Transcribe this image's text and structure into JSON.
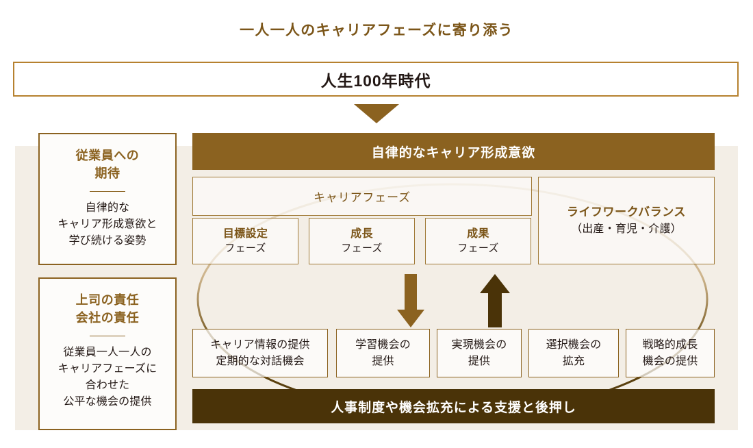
{
  "title": "一人一人のキャリアフェーズに寄り添う",
  "era_box": {
    "label": "人生100年時代"
  },
  "arrow_icon_names": {
    "era": "triangle-down-icon",
    "cycle_down": "arrow-down-icon",
    "cycle_up": "arrow-up-icon"
  },
  "sidebar": {
    "cards": [
      {
        "title": "従業員への\n期待",
        "title_line1": "従業員への",
        "title_line2": "期待",
        "body_line1": "自律的な",
        "body_line2": "キャリア形成意欲と",
        "body_line3": "学び続ける姿勢"
      },
      {
        "title_line1": "上司の責任",
        "title_line2": "会社の責任",
        "body_line1": "従業員一人一人の",
        "body_line2": "キャリアフェーズに",
        "body_line3": "合わせた",
        "body_line4": "公平な機会の提供"
      }
    ]
  },
  "main": {
    "banner_top": "自律的なキャリア形成意欲",
    "banner_bottom": "人事制度や機会拡充による支援と後押し",
    "phase_group_label": "キャリアフェーズ",
    "phases": [
      {
        "line1": "目標設定",
        "line2": "フェーズ"
      },
      {
        "line1": "成長",
        "line2": "フェーズ"
      },
      {
        "line1": "成果",
        "line2": "フェーズ"
      }
    ],
    "life_work_balance": {
      "line1": "ライフワークバランス",
      "line2": "（出産・育児・介護）"
    },
    "support_boxes": [
      {
        "line1": "キャリア情報の提供",
        "line2": "定期的な対話機会"
      },
      {
        "line1": "学習機会の",
        "line2": "提供"
      },
      {
        "line1": "実現機会の",
        "line2": "提供"
      },
      {
        "line1": "選択機会の",
        "line2": "拡充"
      },
      {
        "line1": "戦略的成長",
        "line2": "機会の提供"
      }
    ]
  },
  "colors": {
    "title_brown": "#7b5518",
    "accent_brown": "#8b6220",
    "dark_brown": "#4a3308",
    "border_gold": "#b6812f",
    "panel_beige": "#f3eee6",
    "text_black": "#231815"
  }
}
